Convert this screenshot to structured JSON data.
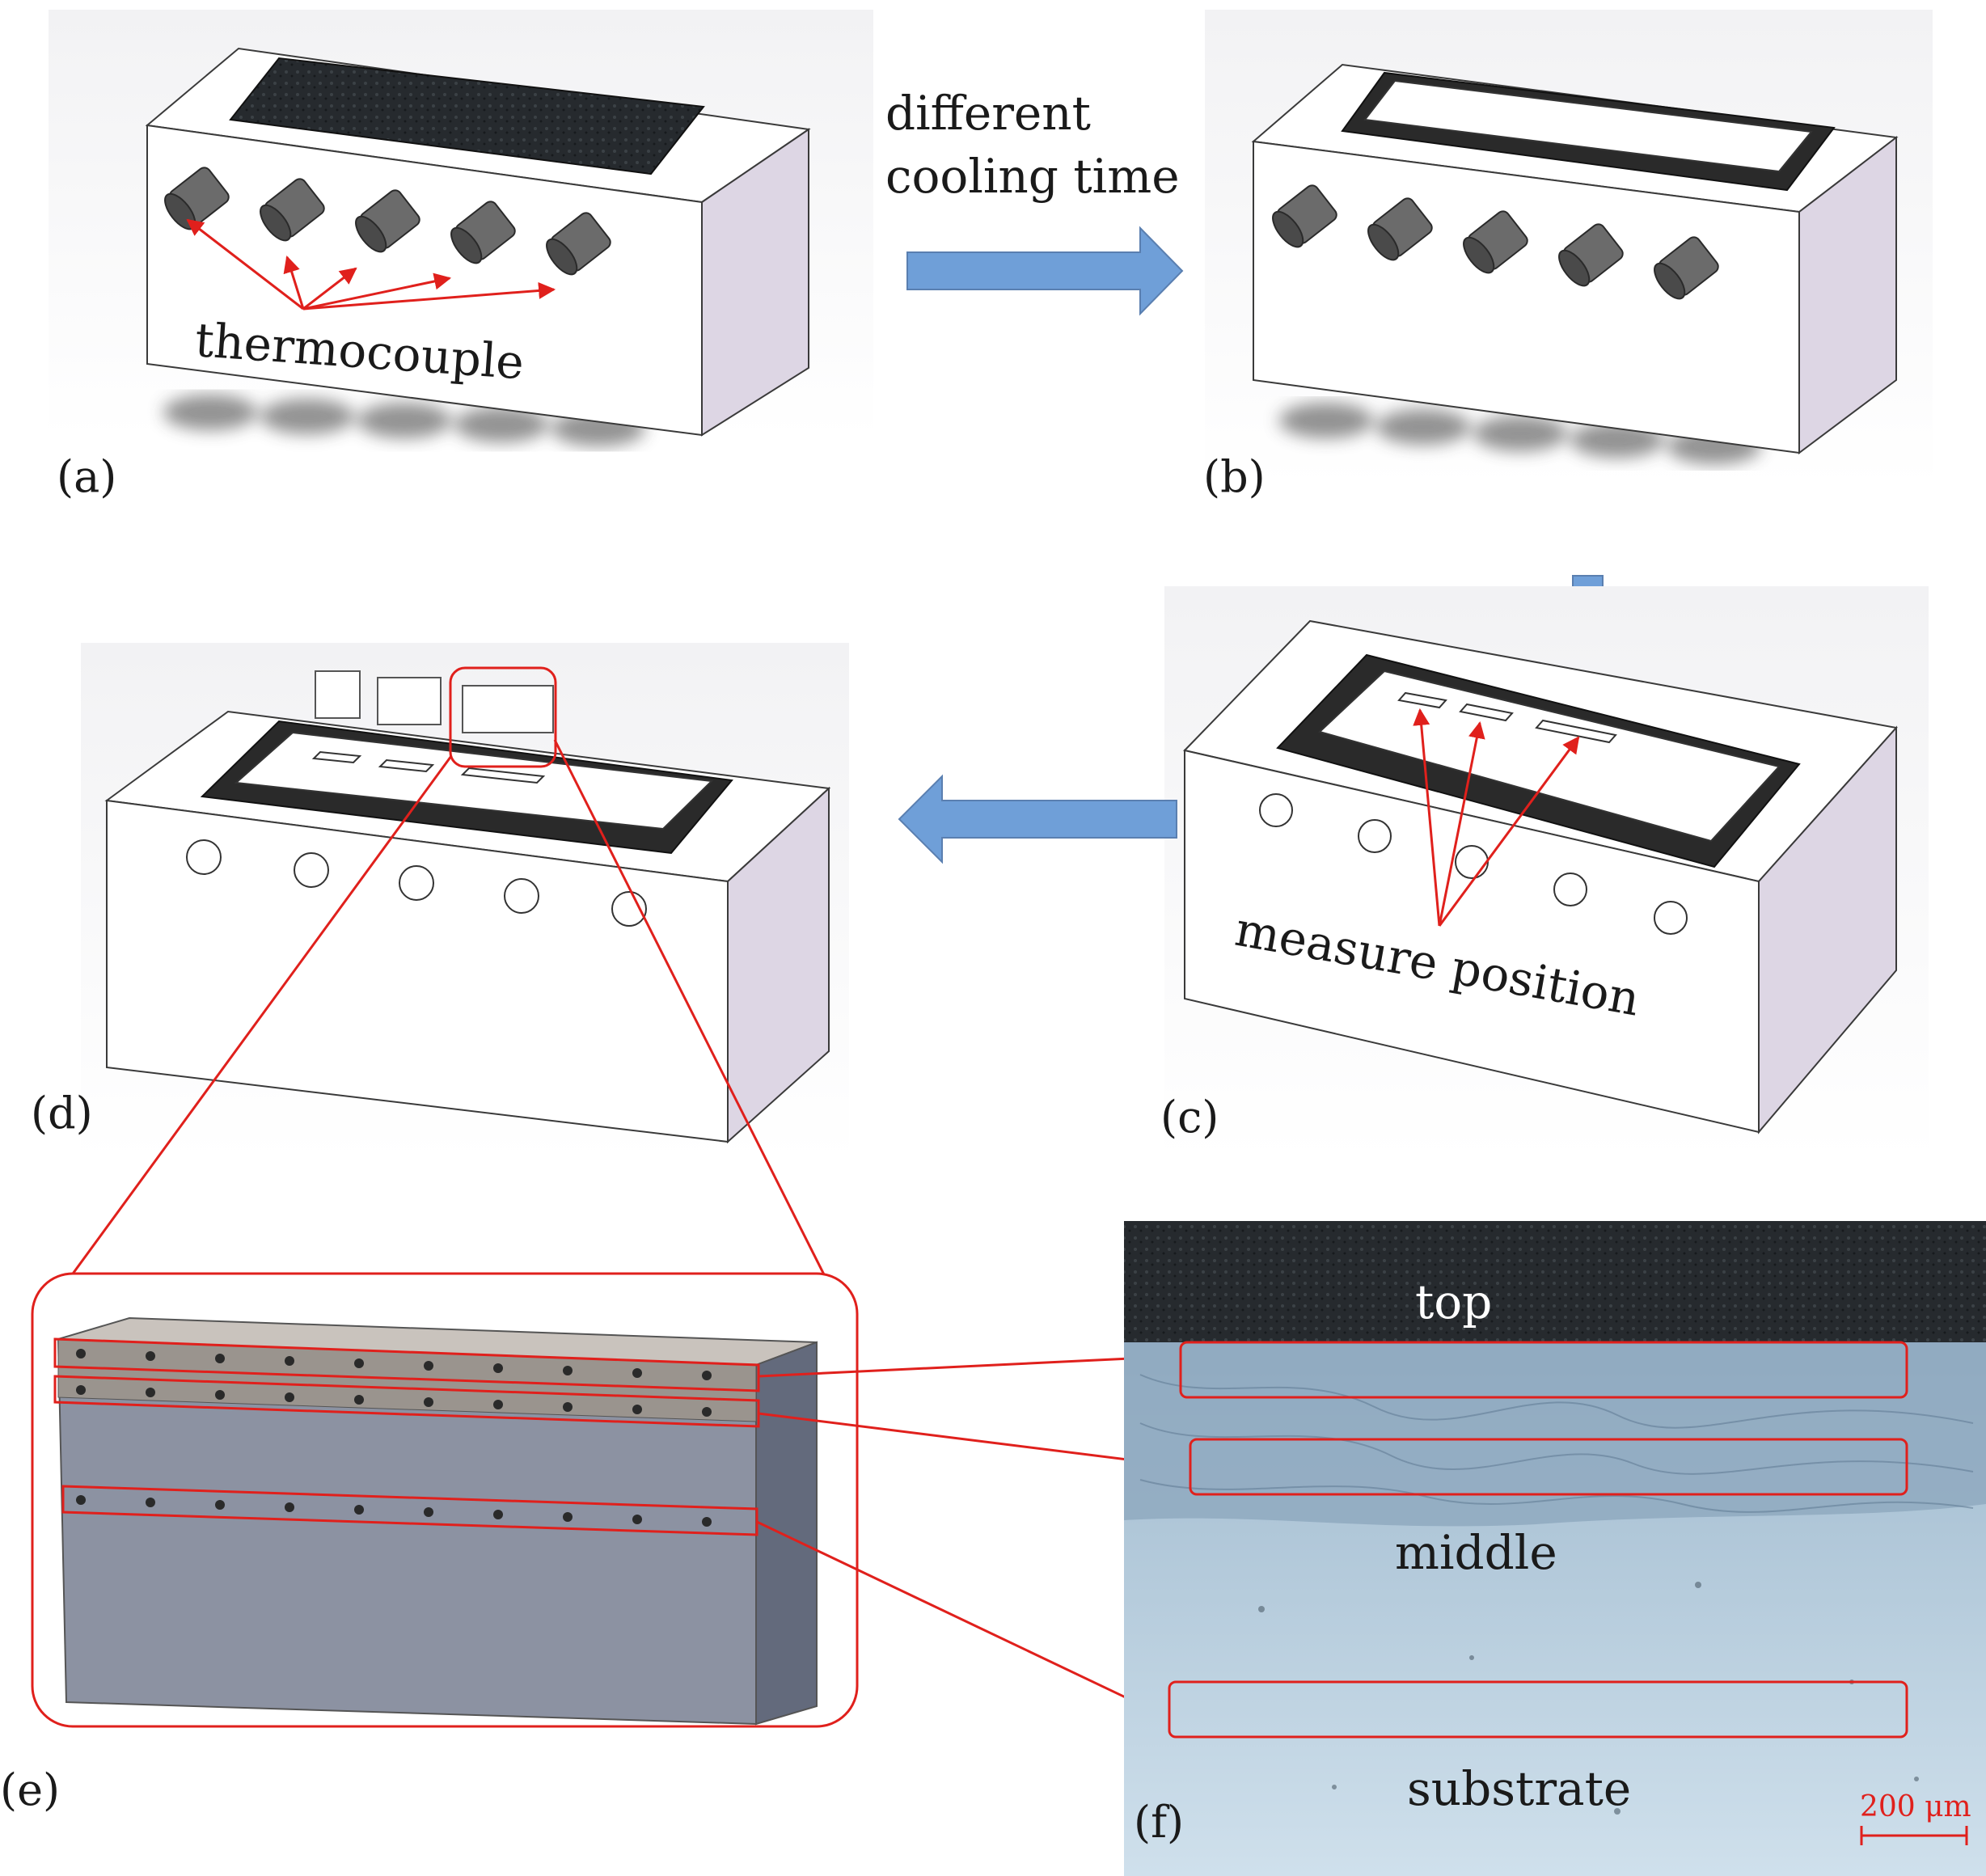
{
  "panels": {
    "a": "(a)",
    "b": "(b)",
    "c": "(c)",
    "d": "(d)",
    "e": "(e)",
    "f": "(f)"
  },
  "annotations": {
    "cooling_line1": "different",
    "cooling_line2": "cooling time",
    "thermocouple": "thermocouple",
    "measure_position": "measure position"
  },
  "micrograph": {
    "top": "top",
    "middle": "middle",
    "substrate": "substrate",
    "scale_bar": "200 μm"
  },
  "colors": {
    "arrow_blue": "#6f9fd8",
    "annotation_red": "#e0201c",
    "block_white": "#ffffff",
    "block_side": "#ddd6e4",
    "deposit_dark": "#2a2a2a",
    "section_face": "#8c92a2",
    "micro_dark": "#1e2226",
    "micro_light": "#c7dae8"
  }
}
